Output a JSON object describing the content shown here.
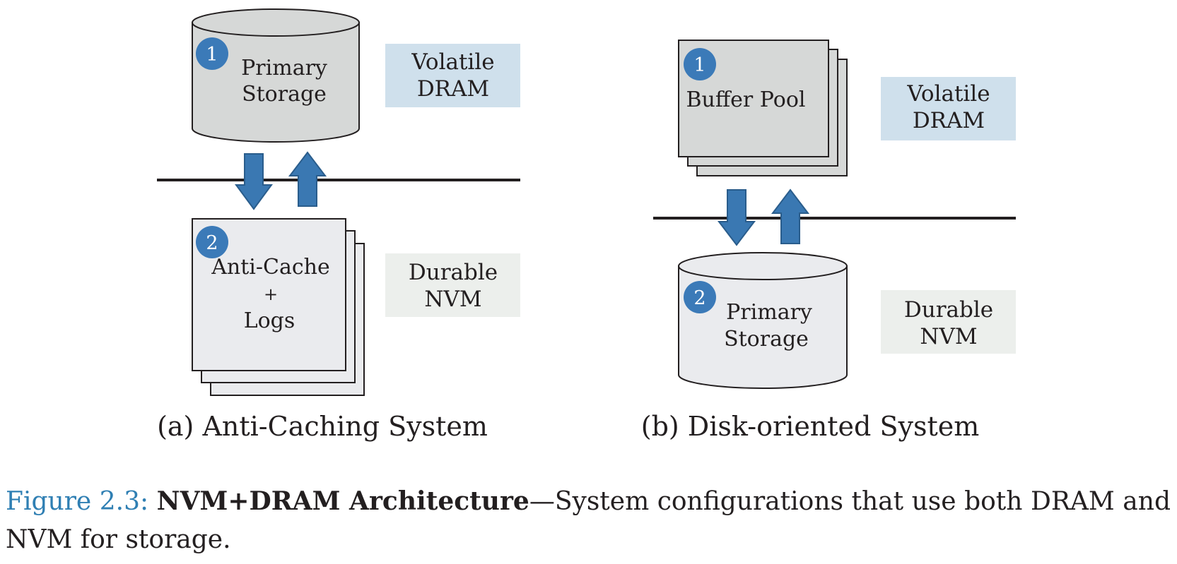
{
  "colors": {
    "ink": "#231f20",
    "badge": "#3b7ab8",
    "arrow": "#3a78b2",
    "volatile_region": "#cfe0ec",
    "durable_region": "#ecefec",
    "component_gray": "#d6d8d7",
    "component_light": "#eaebee",
    "caption_label": "#2f7fb3"
  },
  "panel_a": {
    "caption": "(a) Anti-Caching System",
    "component_top": {
      "badge": "1",
      "shape": "cylinder-icon",
      "line1": "Primary",
      "line2": "Storage"
    },
    "component_bottom": {
      "badge": "2",
      "shape": "stacked-pages-icon",
      "line1": "Anti-Cache",
      "line2": "+",
      "line3": "Logs"
    },
    "region_top": {
      "line1": "Volatile",
      "line2": "DRAM"
    },
    "region_bottom": {
      "line1": "Durable",
      "line2": "NVM"
    }
  },
  "panel_b": {
    "caption": "(b) Disk-oriented System",
    "component_top": {
      "badge": "1",
      "shape": "stacked-pages-icon",
      "label": "Buffer Pool"
    },
    "component_bottom": {
      "badge": "2",
      "shape": "cylinder-icon",
      "line1": "Primary",
      "line2": "Storage"
    },
    "region_top": {
      "line1": "Volatile",
      "line2": "DRAM"
    },
    "region_bottom": {
      "line1": "Durable",
      "line2": "NVM"
    }
  },
  "figure": {
    "label": "Figure 2.3:",
    "title": "NVM+DRAM Architecture",
    "description": "—System configurations that use both DRAM and NVM for storage."
  }
}
